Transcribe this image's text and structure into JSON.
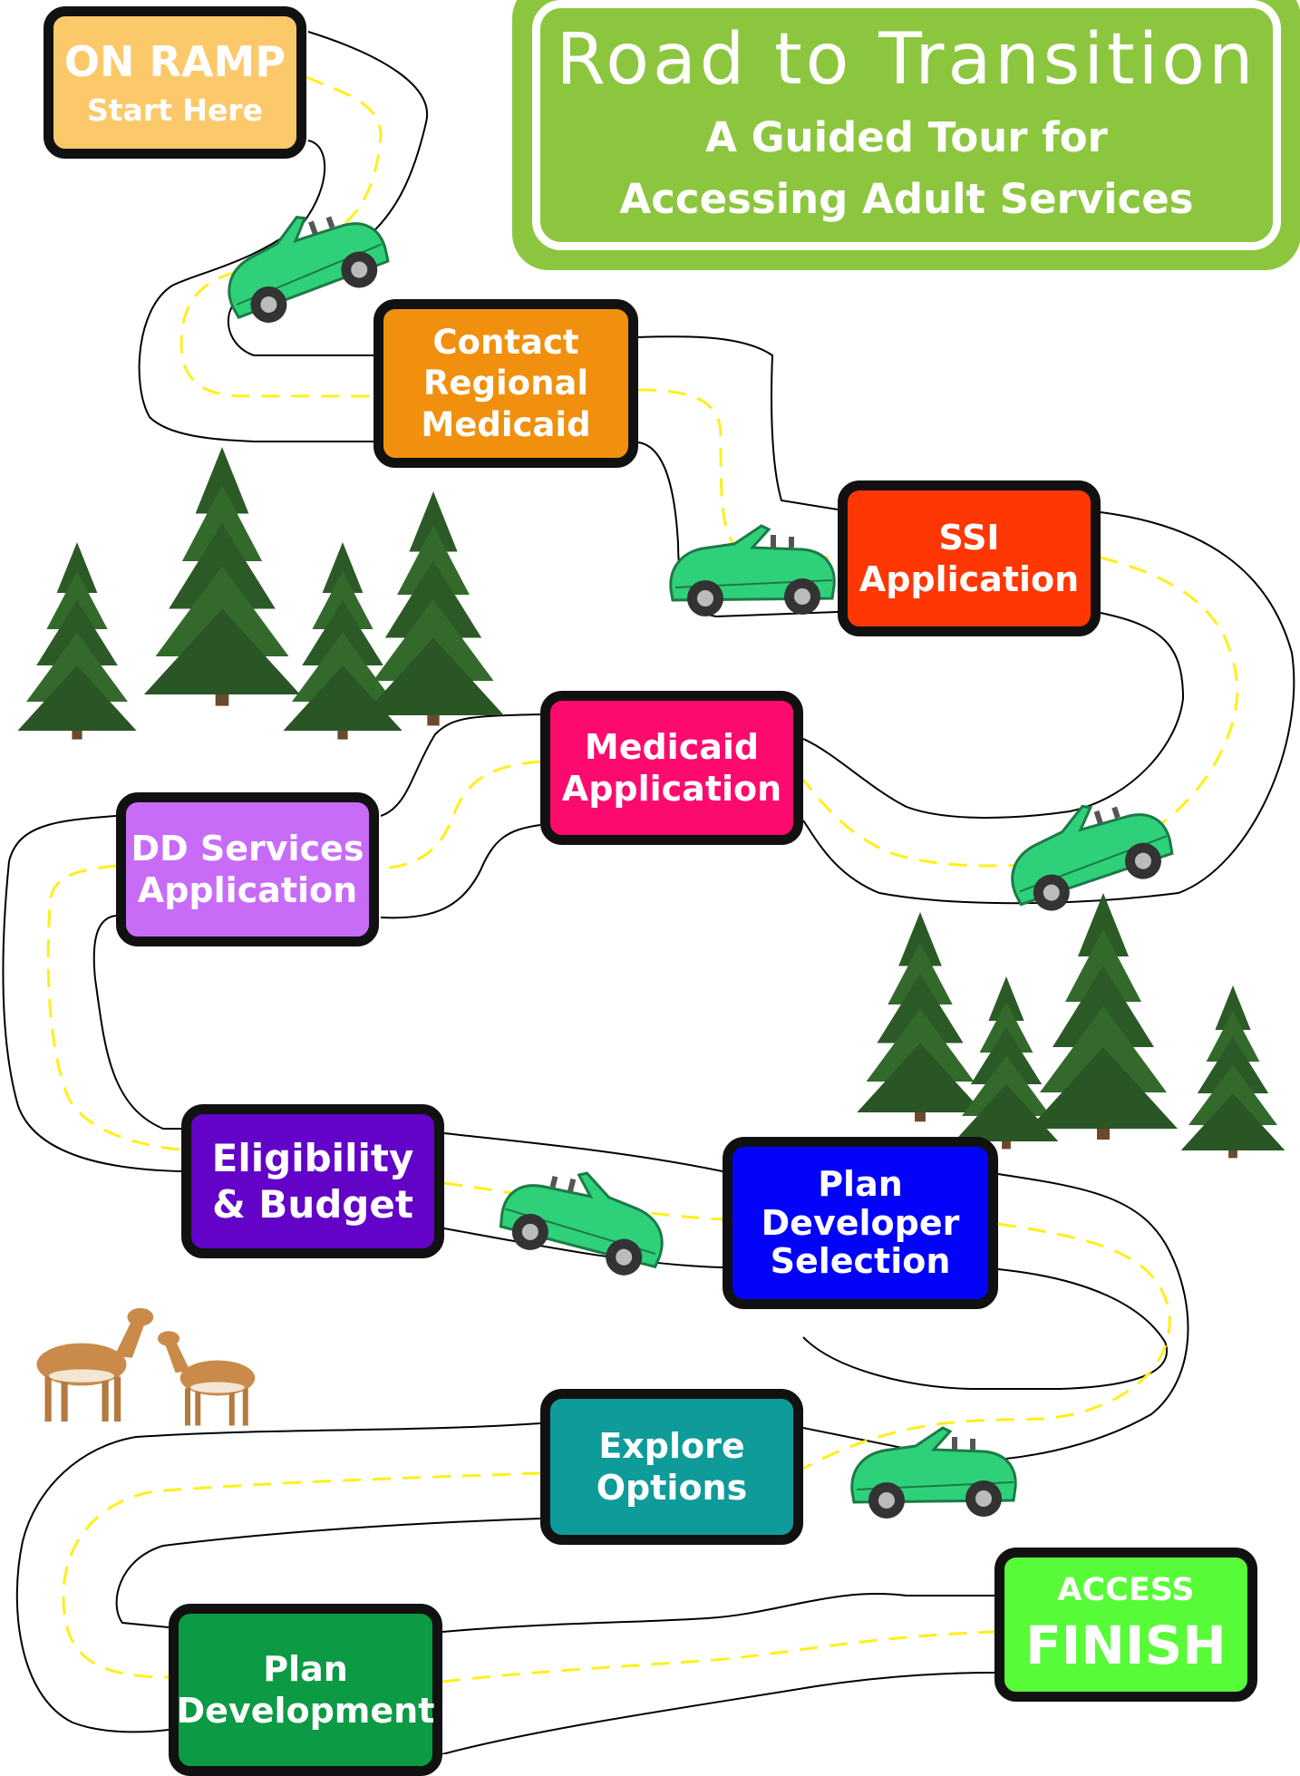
{
  "title": {
    "main": "Road to Transition",
    "subtitle_line1": "A Guided Tour for",
    "subtitle_line2": "Accessing Adult Services"
  },
  "colors": {
    "title_panel": "#8cc63f",
    "road_center_line": "#ffef1a",
    "road_edge": "#000000",
    "car_body": "#2fd07a"
  },
  "stops": {
    "on_ramp": {
      "line1": "ON RAMP",
      "line2": "Start Here",
      "color": "#fcc96a"
    },
    "contact_medicaid": {
      "line1": "Contact",
      "line2": "Regional",
      "line3": "Medicaid",
      "color": "#f0900e"
    },
    "ssi_application": {
      "line1": "SSI",
      "line2": "Application",
      "color": "#fe3704"
    },
    "medicaid_application": {
      "line1": "Medicaid",
      "line2": "Application",
      "color": "#fd0a6e"
    },
    "dd_services_application": {
      "line1": "DD Services",
      "line2": "Application",
      "color": "#c86cf8"
    },
    "eligibility_budget": {
      "line1": "Eligibility",
      "line2": "& Budget",
      "color": "#6203c7"
    },
    "plan_developer_selection": {
      "line1": "Plan",
      "line2": "Developer",
      "line3": "Selection",
      "color": "#0303fa"
    },
    "explore_options": {
      "line1": "Explore",
      "line2": "Options",
      "color": "#0e9b9a"
    },
    "access_finish": {
      "line1": "ACCESS",
      "line2": "FINISH",
      "color": "#58fb38"
    },
    "plan_development": {
      "line1": "Plan",
      "line2": "Development",
      "color": "#0c9a45"
    }
  },
  "decorations": {
    "cars": "green-convertible-car-icon",
    "trees": "pine-tree-icon",
    "deer": "deer-icon"
  }
}
